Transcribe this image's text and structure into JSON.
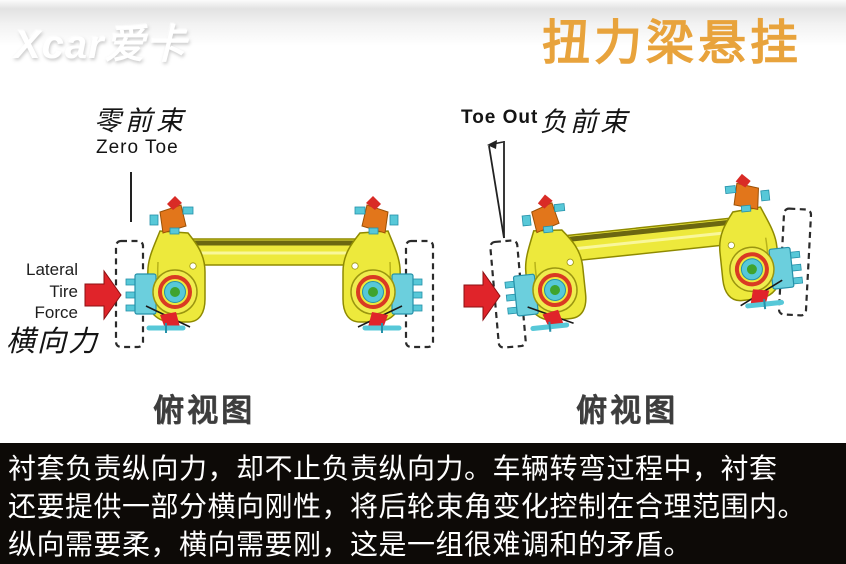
{
  "watermark": {
    "text": "Xcar爱卡"
  },
  "title": {
    "text": "扭力梁悬挂",
    "color": "#E8A33C"
  },
  "diagram_left": {
    "label_cn": "零前束",
    "label_en": "Zero Toe",
    "force_lines": [
      "Lateral",
      "Tire",
      "Force"
    ],
    "force_label_cn": "横向力",
    "caption": "俯视图"
  },
  "diagram_right": {
    "label_en": "Toe Out",
    "label_cn": "负前束",
    "caption": "俯视图"
  },
  "footer": {
    "lines": [
      "衬套负责纵向力，却不止负责纵向力。车辆转弯过程中，衬套",
      "还要提供一部分横向刚性，将后轮束角变化控制在合理范围内。",
      "纵向需要柔，横向需要刚，这是一组很难调和的矛盾。"
    ],
    "bg": "#0D0A07",
    "color": "#ffffff"
  },
  "colors": {
    "title_orange": "#E8A33C",
    "beam_yellow": "#EDE93C",
    "bushing_cyan": "#57C8D8",
    "bushing_ring_red": "#D93A23",
    "mount_orange": "#E2761B",
    "center_green": "#3FA32E",
    "arrow_red": "#E0242A",
    "footer_bg": "#0D0A07"
  }
}
